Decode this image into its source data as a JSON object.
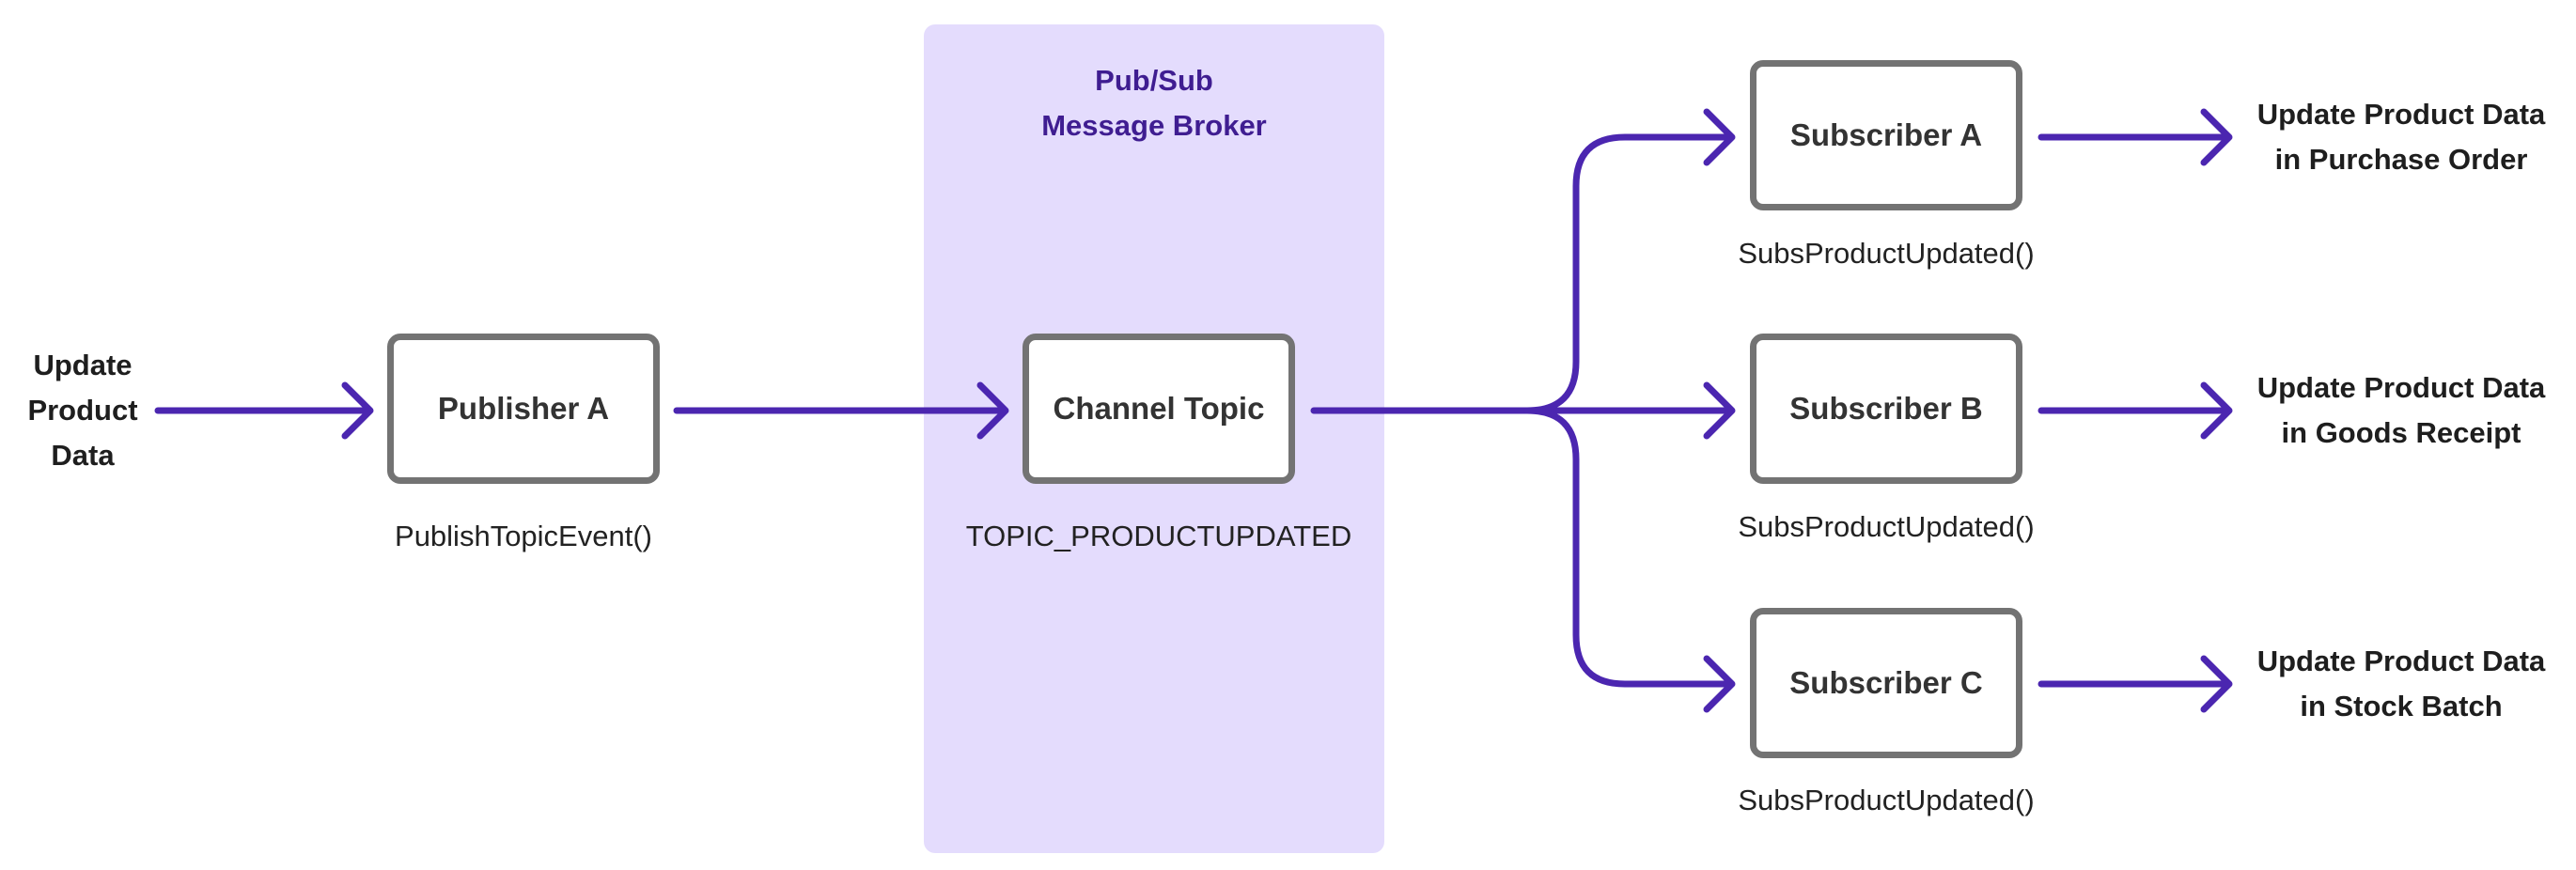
{
  "input_label": [
    "Update",
    "Product",
    "Data"
  ],
  "publisher": {
    "name": "Publisher A",
    "function": "PublishTopicEvent()"
  },
  "broker": {
    "title": [
      "Pub/Sub",
      "Message Broker"
    ],
    "channel": {
      "name": "Channel Topic",
      "topic": "TOPIC_PRODUCTUPDATED"
    }
  },
  "subscribers": [
    {
      "name": "Subscriber A",
      "function": "SubsProductUpdated()",
      "action": [
        "Update Product Data",
        "in Purchase Order"
      ]
    },
    {
      "name": "Subscriber B",
      "function": "SubsProductUpdated()",
      "action": [
        "Update Product Data",
        "in Goods Receipt"
      ]
    },
    {
      "name": "Subscriber C",
      "function": "SubsProductUpdated()",
      "action": [
        "Update Product Data",
        "in Stock Batch"
      ]
    }
  ],
  "colors": {
    "arrow": "#4b26b0",
    "broker_bg": "#e4dcfd",
    "broker_title": "#3f1d91",
    "box_border": "#737373"
  }
}
